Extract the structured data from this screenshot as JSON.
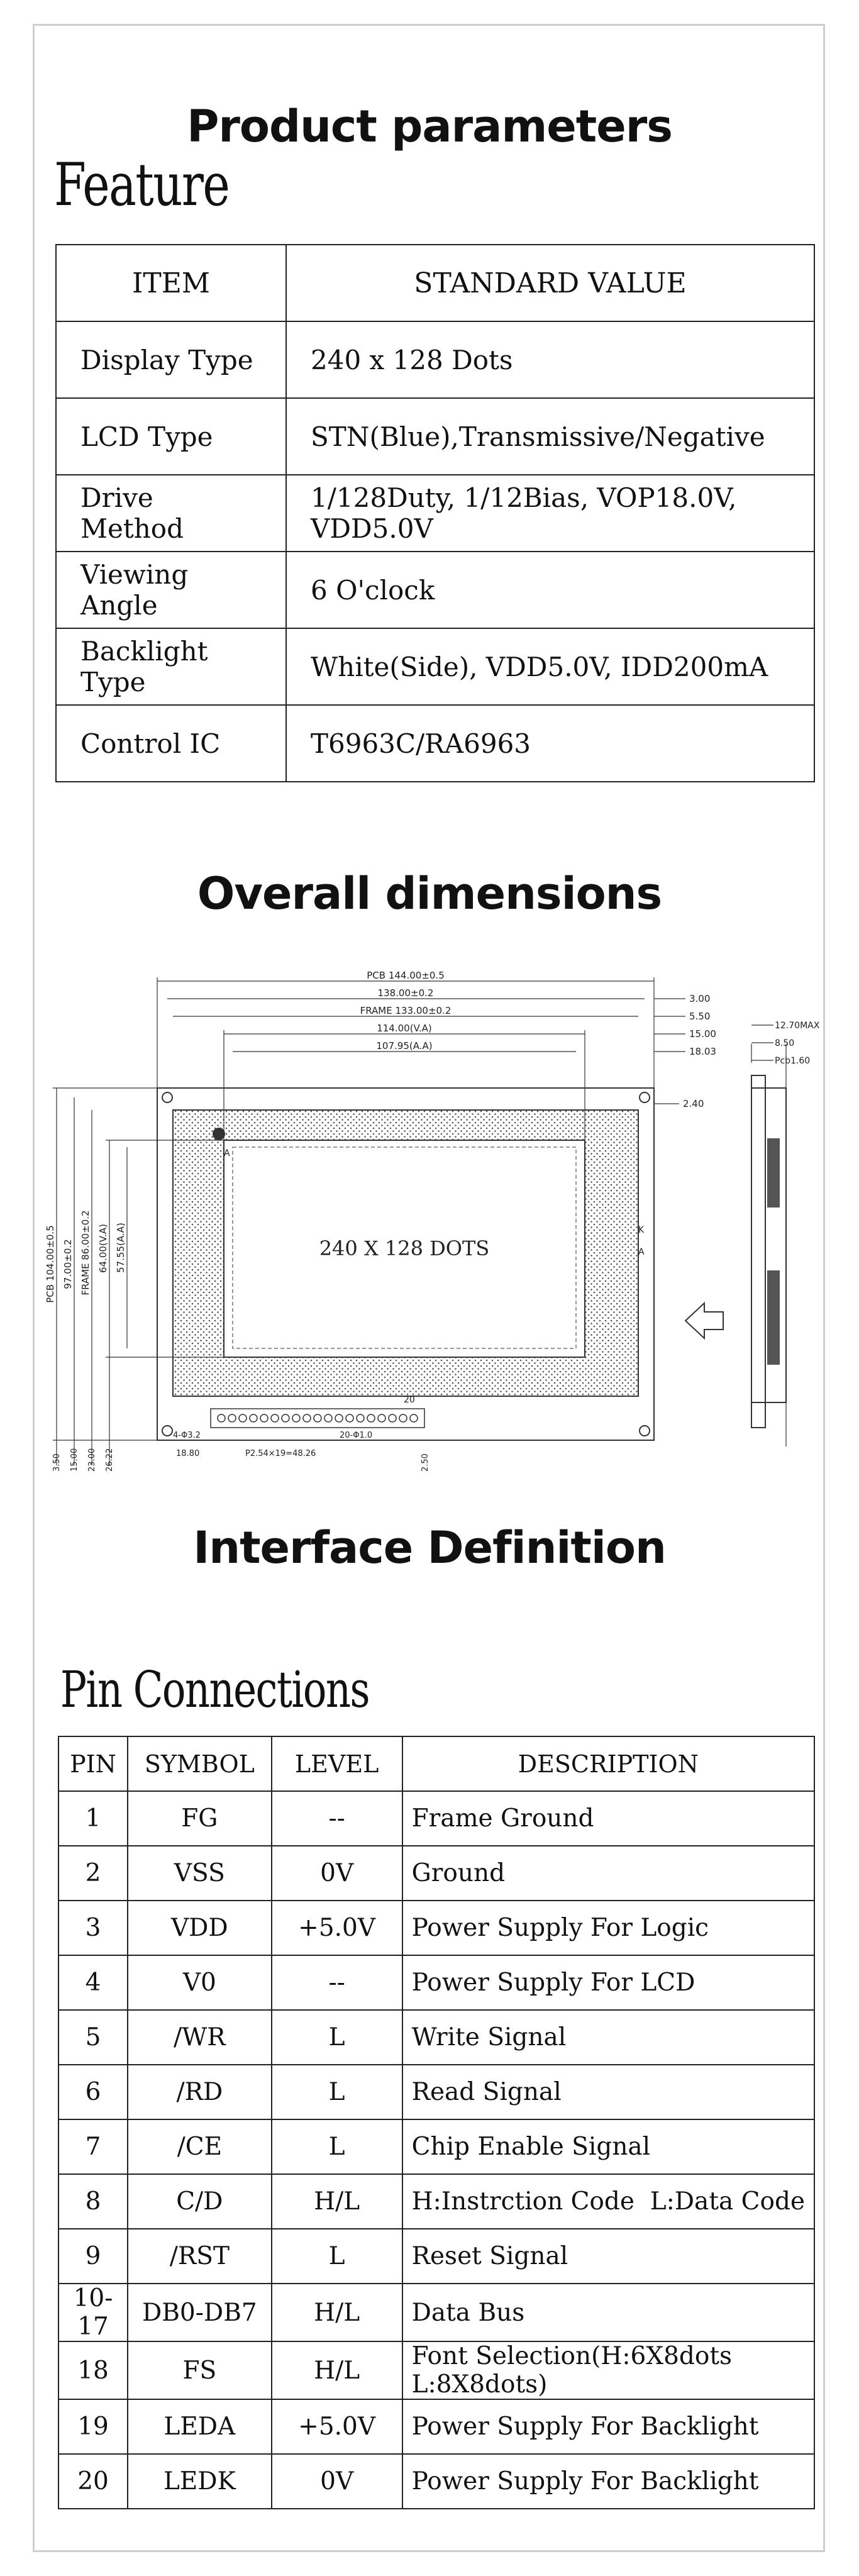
{
  "sections": {
    "product_parameters": "Product parameters",
    "overall_dimensions": "Overall dimensions",
    "interface_definition": "Interface Definition"
  },
  "feature": {
    "title": "Feature",
    "header": [
      "ITEM",
      "STANDARD VALUE"
    ],
    "rows": [
      {
        "item": "Display Type",
        "value": "240 x 128 Dots"
      },
      {
        "item": "LCD Type",
        "value": "STN(Blue),Transmissive/Negative"
      },
      {
        "item": "Drive Method",
        "value": "1/128Duty, 1/12Bias, VOP18.0V, VDD5.0V"
      },
      {
        "item": "Viewing Angle",
        "value": "6 O'clock"
      },
      {
        "item": "Backlight Type",
        "value": "White(Side), VDD5.0V, IDD200mA"
      },
      {
        "item": "Control IC",
        "value": "T6963C/RA6963"
      }
    ]
  },
  "drawing": {
    "center_label": "240 X 128 DOTS",
    "pcb_w": "PCB 144.00±0.5",
    "w138": "138.00±0.2",
    "frame_w": "FRAME 133.00±0.2",
    "va_w": "114.00(V.A)",
    "aa_w": "107.95(A.A)",
    "r300": "3.00",
    "r550": "5.50",
    "r1500": "15.00",
    "r1803": "18.03",
    "r240": "2.40",
    "pcb_h": "PCB 104.00±0.5",
    "h97": "97.00±0.2",
    "frame_h": "FRAME 86.00±0.2",
    "va_h": "64.00(V.A)",
    "aa_h": "57.55(A.A)",
    "b350": "3.50",
    "b1500": "15.00",
    "b2300": "23.00",
    "b2622": "26.22",
    "b1880": "18.80",
    "b250": "2.50",
    "pitch": "P2.54×19=48.26",
    "hole4": "4-Φ3.2",
    "hole20": "20-Φ1.0",
    "pin20": "20",
    "pin_a": "A",
    "pin_k": "K",
    "pin_a2": "A",
    "side_max": "12.70MAX",
    "side_850": "8.50",
    "side_pcb": "Pcb1.60"
  },
  "pins": {
    "title": "Pin Connections",
    "header": [
      "PIN",
      "SYMBOL",
      "LEVEL",
      "DESCRIPTION"
    ],
    "rows": [
      {
        "pin": "1",
        "symbol": "FG",
        "level": "--",
        "desc": "Frame Ground"
      },
      {
        "pin": "2",
        "symbol": "VSS",
        "level": "0V",
        "desc": "Ground"
      },
      {
        "pin": "3",
        "symbol": "VDD",
        "level": "+5.0V",
        "desc": "Power Supply For Logic"
      },
      {
        "pin": "4",
        "symbol": "V0",
        "level": "--",
        "desc": "Power Supply For LCD"
      },
      {
        "pin": "5",
        "symbol": "/WR",
        "level": "L",
        "desc": "Write Signal"
      },
      {
        "pin": "6",
        "symbol": "/RD",
        "level": "L",
        "desc": "Read Signal"
      },
      {
        "pin": "7",
        "symbol": "/CE",
        "level": "L",
        "desc": "Chip Enable Signal"
      },
      {
        "pin": "8",
        "symbol": "C/D",
        "level": "H/L",
        "desc": "H:Instrction Code  L:Data Code"
      },
      {
        "pin": "9",
        "symbol": "/RST",
        "level": "L",
        "desc": "Reset Signal"
      },
      {
        "pin": "10-17",
        "symbol": "DB0-DB7",
        "level": "H/L",
        "desc": "Data Bus"
      },
      {
        "pin": "18",
        "symbol": "FS",
        "level": "H/L",
        "desc": "Font Selection(H:6X8dots L:8X8dots)"
      },
      {
        "pin": "19",
        "symbol": "LEDA",
        "level": "+5.0V",
        "desc": "Power Supply For Backlight"
      },
      {
        "pin": "20",
        "symbol": "LEDK",
        "level": "0V",
        "desc": "Power Supply For Backlight"
      }
    ]
  }
}
